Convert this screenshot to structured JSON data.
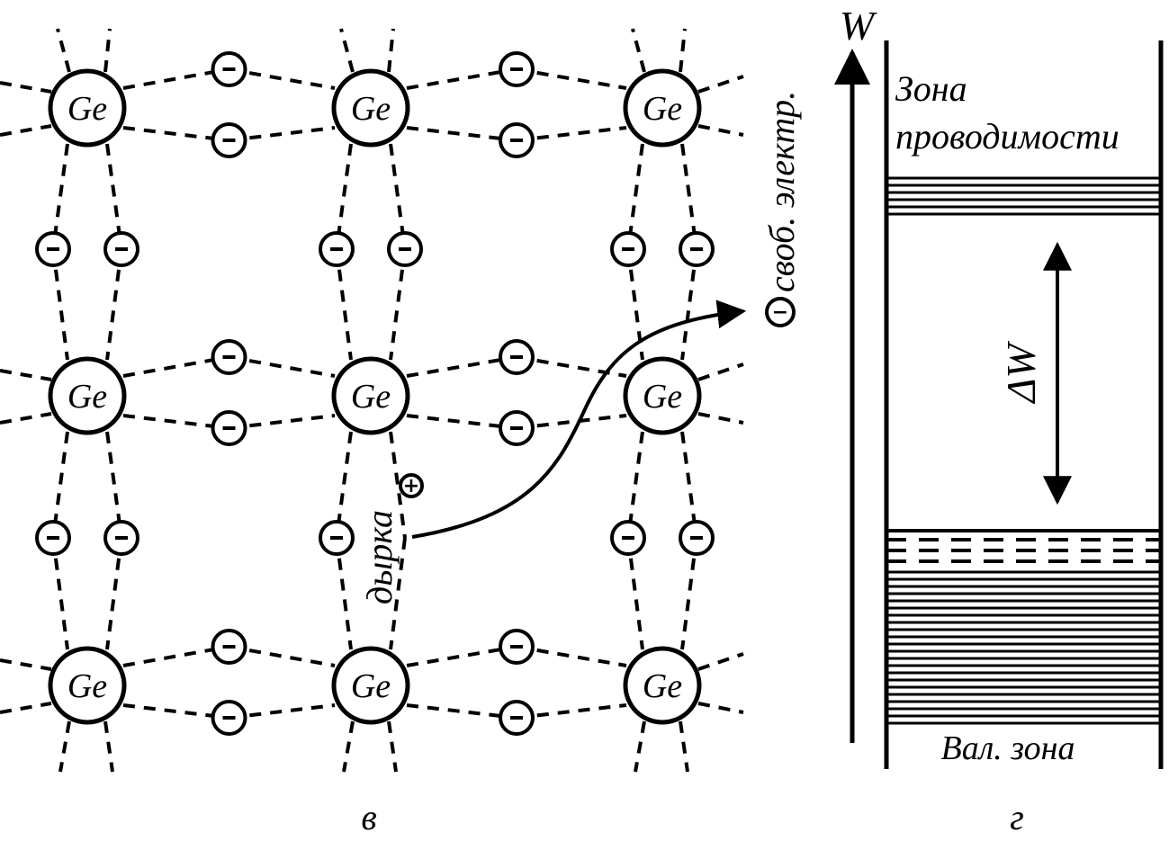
{
  "lattice": {
    "atom_label": "Ge",
    "electron_sign": "−",
    "hole_sign": "+",
    "hole_label": "дырка",
    "free_electron_label": "своб. электр.",
    "caption": "в"
  },
  "band_diagram": {
    "axis_label": "W",
    "conduction_band_label_line1": "Зона",
    "conduction_band_label_line2": "проводимости",
    "gap_label": "ΔW",
    "valence_band_label": "Вал. зона",
    "caption": "г"
  }
}
